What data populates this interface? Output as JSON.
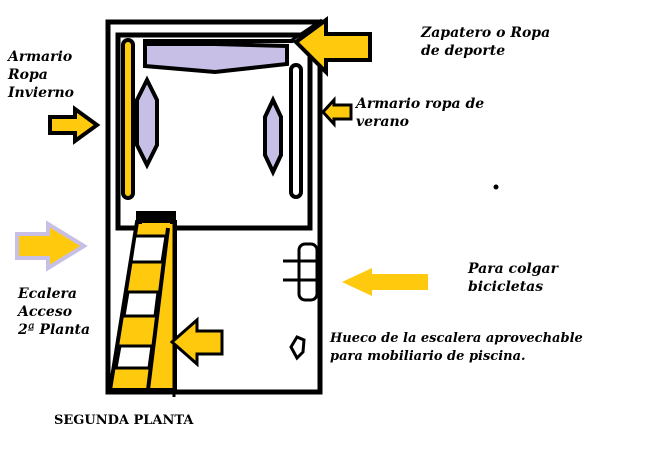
{
  "labels": {
    "winter_wardrobe": [
      "Armario",
      "Ropa",
      "Invierno"
    ],
    "shoe_rack": [
      "Zapatero o Ropa",
      "de deporte"
    ],
    "summer_wardrobe": [
      "Armario ropa de",
      "verano"
    ],
    "stairs_access": [
      "Ecalera",
      "Acceso",
      "2ª Planta"
    ],
    "bike_hanger": [
      "Para colgar",
      "bicicletas"
    ],
    "stair_space": [
      "Hueco de la escalera aprovechable",
      "para mobiliario de piscina."
    ],
    "floor_title": "SEGUNDA PLANTA"
  },
  "colors": {
    "yellow": "#ffc90e",
    "lavender": "#c8bfe7",
    "black": "#000000"
  }
}
